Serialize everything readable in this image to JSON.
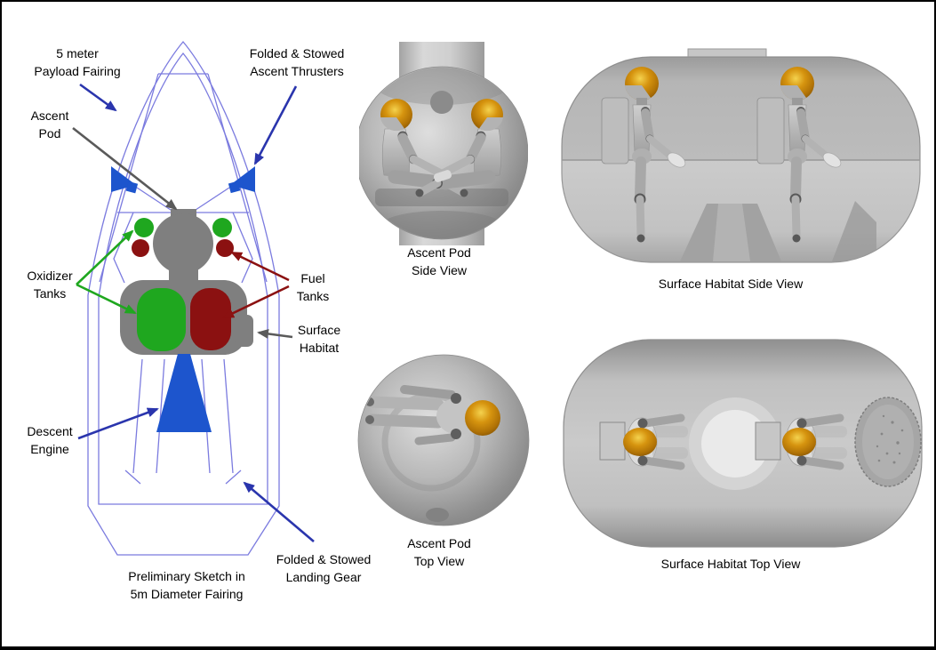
{
  "figure": {
    "background": "#ffffff",
    "border_color": "#000000"
  },
  "colors": {
    "fairing_line": "#7b7bdf",
    "arrow_blue": "#2a35ad",
    "arrow_gray": "#5a5a5a",
    "green": "#1fa71f",
    "maroon": "#8b1111",
    "engine_blue": "#1d55cd",
    "pod_gray": "#7f7f7f",
    "helmet_gold": "#d6940f"
  },
  "sketch": {
    "labels": {
      "payload_fairing": [
        "5 meter",
        "Payload Fairing"
      ],
      "ascent_thrusters": [
        "Folded & Stowed",
        "Ascent Thrusters"
      ],
      "ascent_pod": [
        "Ascent",
        "Pod"
      ],
      "oxidizer_tanks": [
        "Oxidizer",
        "Tanks"
      ],
      "fuel_tanks": [
        "Fuel",
        "Tanks"
      ],
      "surface_habitat": [
        "Surface",
        "Habitat"
      ],
      "descent_engine": [
        "Descent",
        "Engine"
      ],
      "landing_gear": [
        "Folded & Stowed",
        "Landing Gear"
      ],
      "caption": [
        "Preliminary Sketch in",
        "5m Diameter Fairing"
      ]
    }
  },
  "views": {
    "ascent_pod_side": {
      "caption": [
        "Ascent Pod",
        "Side View"
      ]
    },
    "ascent_pod_top": {
      "caption": [
        "Ascent Pod",
        "Top View"
      ]
    },
    "habitat_side": {
      "caption": "Surface Habitat Side View"
    },
    "habitat_top": {
      "caption": "Surface Habitat Top View"
    }
  }
}
